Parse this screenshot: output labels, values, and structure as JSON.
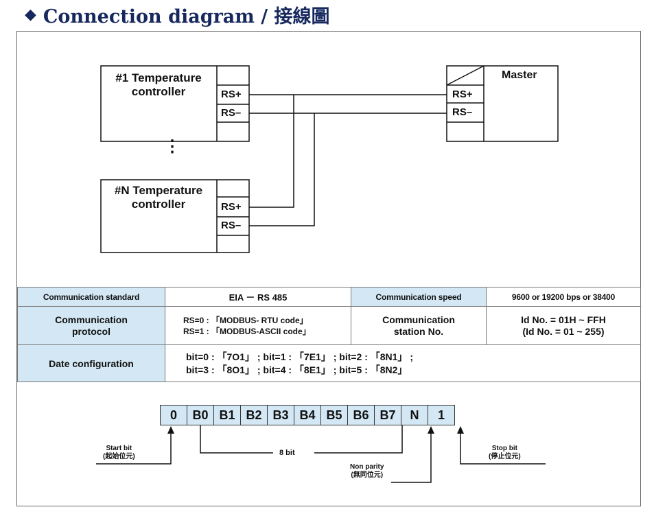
{
  "title": "Connection diagram / 接線圖",
  "controllers": [
    {
      "title_line1": "#1 Temperature",
      "title_line2": "controller",
      "rs_plus": "RS+",
      "rs_minus": "RS–"
    },
    {
      "title_line1": "#N Temperature",
      "title_line2": "controller",
      "rs_plus": "RS+",
      "rs_minus": "RS–"
    }
  ],
  "ellipsis": "⋮",
  "master": {
    "title": "Master",
    "rs_plus": "RS+",
    "rs_minus": "RS–"
  },
  "spec_table": {
    "comm_standard_label": "Communication standard",
    "comm_standard_value": "EIA － RS 485",
    "comm_speed_label": "Communication speed",
    "comm_speed_value": "9600 or 19200 bps or 38400",
    "protocol_label": "Communication protocol",
    "protocol_line1": "RS=0 : 「MODBUS- RTU code」",
    "protocol_line2": "RS=1 : 「MODBUS-ASCII code」",
    "station_label": "Communication station No.",
    "station_line1": "Id No. = 01H ~ FFH",
    "station_line2": "(Id No. = 01 ~ 255)",
    "date_config_label": "Date configuration",
    "date_config_line1": "bit=0 : 「7O1」 ; bit=1 : 「7E1」 ; bit=2 : 「8N1」 ;",
    "date_config_line2": "bit=3 : 「8O1」 ; bit=4 : 「8E1」 ; bit=5 : 「8N2」"
  },
  "frame_bits": [
    "0",
    "B0",
    "B1",
    "B2",
    "B3",
    "B4",
    "B5",
    "B6",
    "B7",
    "N",
    "1"
  ],
  "annotations": {
    "start_bit": "Start bit",
    "start_bit_cn": "(起始位元)",
    "eight_bit": "8 bit",
    "non_parity": "Non parity",
    "non_parity_cn": "(無同位元)",
    "stop_bit": "Stop bit",
    "stop_bit_cn": "(停止位元)"
  },
  "colors": {
    "title": "#16285e",
    "header_fill": "#d3e7f4",
    "line": "#111111"
  }
}
